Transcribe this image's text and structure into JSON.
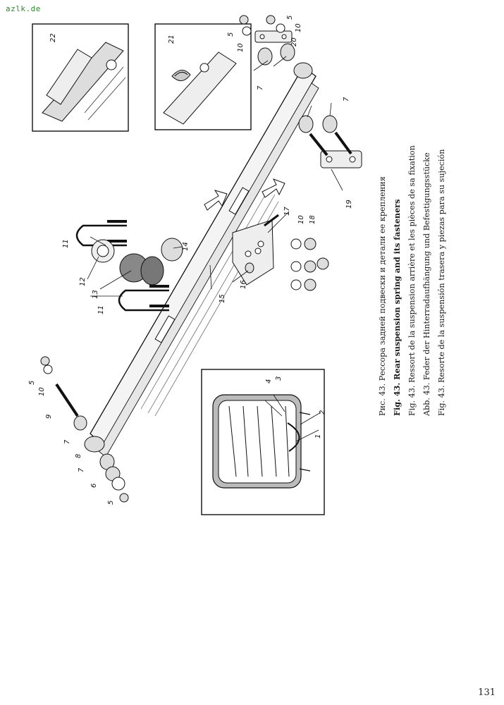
{
  "watermark": "azlk.de",
  "page_number": "131",
  "captions": [
    "Рис. 43. Рессора задней подвески и детали ее крепления",
    "Fig. 43. Rear suspension spring and its fasteners",
    "Fig. 43. Ressort de la suspension arrière et les pièces de sa fixation",
    "Abb. 43. Feder der Hinterradaufhängung und Befestigungsstücke",
    "Fig. 43. Resorte de la suspensión trasera y piezas para su sujeción"
  ],
  "callouts": {
    "c1": "1",
    "c2": "2",
    "c3": "3",
    "c4": "4",
    "c5a": "5",
    "c5b": "5",
    "c5c": "5",
    "c5d": "5",
    "c6": "6",
    "c7a": "7",
    "c7b": "7",
    "c7c": "7",
    "c7d": "7",
    "c8": "8",
    "c9": "9",
    "c10a": "10",
    "c10b": "10",
    "c10c": "10",
    "c10d": "10",
    "c11a": "11",
    "c11b": "11",
    "c12": "12",
    "c13": "13",
    "c14": "14",
    "c15": "15",
    "c16": "16",
    "c17": "17",
    "c18": "18",
    "c19": "19",
    "c20": "20",
    "c21": "21",
    "c22": "22"
  }
}
